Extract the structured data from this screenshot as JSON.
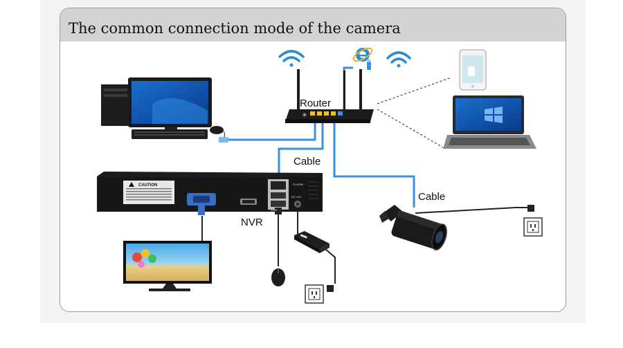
{
  "title": "The common connection mode of the camera",
  "labels": {
    "router": "Router",
    "cable_top": "Cable",
    "cable_right": "Cable",
    "nvr": "NVR"
  },
  "nvr_panel": {
    "caution": "CAUTION",
    "ports": [
      "WAN",
      "PLAYBK",
      "DC 12V"
    ]
  },
  "icons": [
    "wifi-icon",
    "internet-explorer-icon",
    "usb-plug-icon",
    "power-outlet-icon",
    "mouse-icon",
    "smartphone-icon",
    "laptop-icon",
    "monitor-icon",
    "desktop-pc-icon",
    "bullet-camera-icon",
    "power-adapter-icon",
    "router-icon"
  ],
  "colors": {
    "cable": "#3b8fe0",
    "title_bar": "#d3d3d3",
    "wifi": "#2a8ad8",
    "device_dark": "#1c1c1c"
  }
}
